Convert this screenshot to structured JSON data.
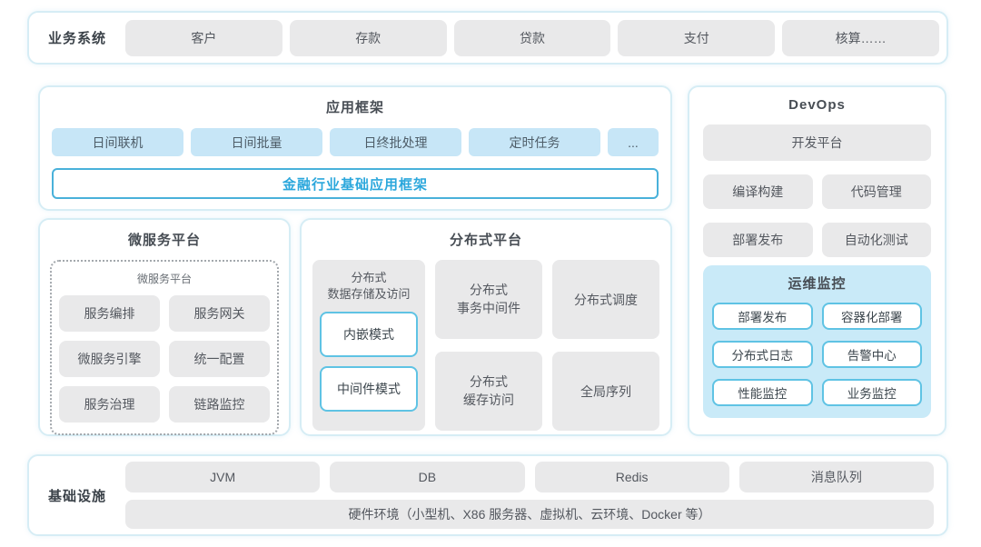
{
  "colors": {
    "accent_blue_text": "#2ba7dc",
    "accent_blue_border": "#49b1da",
    "panel_border": "#d6edf5",
    "gray_box_bg": "#e9e9ea",
    "blue_box_bg": "#c7e6f7",
    "monitor_panel_bg": "#c9eaf8",
    "monitor_item_border": "#5fc3e4"
  },
  "business_systems": {
    "label": "业务系统",
    "items": [
      "客户",
      "存款",
      "贷款",
      "支付",
      "核算……"
    ]
  },
  "app_framework": {
    "title": "应用框架",
    "modes": [
      "日间联机",
      "日间批量",
      "日终批处理",
      "定时任务",
      "..."
    ],
    "base_framework": "金融行业基础应用框架"
  },
  "devops": {
    "title": "DevOps",
    "platform": "开发平台",
    "tools": [
      "编译构建",
      "代码管理",
      "部署发布",
      "自动化测试"
    ],
    "monitoring": {
      "title": "运维监控",
      "items": [
        "部署发布",
        "容器化部署",
        "分布式日志",
        "告警中心",
        "性能监控",
        "业务监控"
      ]
    }
  },
  "microservices": {
    "title": "微服务平台",
    "inner_title": "微服务平台",
    "items": [
      "服务编排",
      "服务网关",
      "微服务引擎",
      "统一配置",
      "服务治理",
      "链路监控"
    ]
  },
  "distributed": {
    "title": "分布式平台",
    "storage": {
      "title": "分布式\n数据存储及访问",
      "modes": [
        "内嵌模式",
        "中间件模式"
      ]
    },
    "columns": [
      [
        "分布式\n事务中间件",
        "分布式\n缓存访问"
      ],
      [
        "分布式调度",
        "全局序列"
      ]
    ]
  },
  "infrastructure": {
    "label": "基础设施",
    "items": [
      "JVM",
      "DB",
      "Redis",
      "消息队列"
    ],
    "hardware": "硬件环境（小型机、X86 服务器、虚拟机、云环境、Docker 等）"
  }
}
